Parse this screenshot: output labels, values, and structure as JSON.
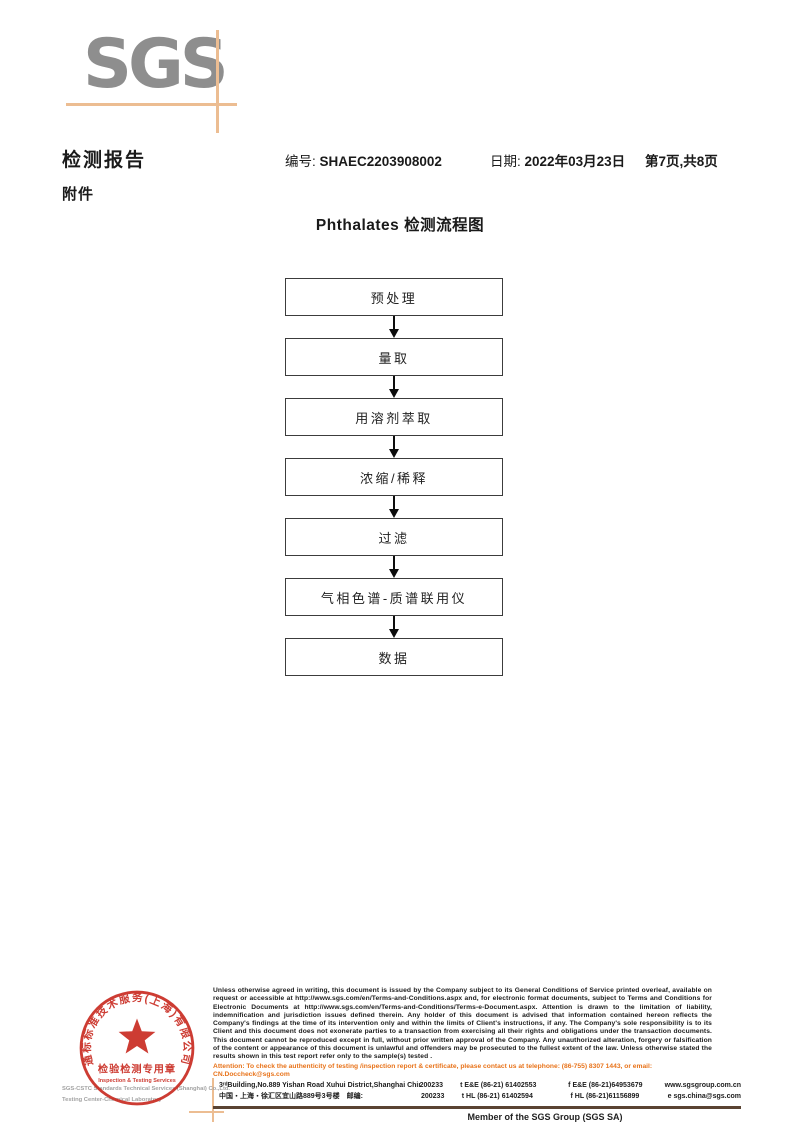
{
  "logo": {
    "text": "SGS"
  },
  "header": {
    "report_title": "检测报告",
    "no_label": "编号:",
    "no_value": "SHAEC2203908002",
    "date_label": "日期:",
    "date_value": "2022年03月23日",
    "page_info": "第7页,共8页",
    "attachment": "附件"
  },
  "flowchart": {
    "title": "Phthalates 检测流程图",
    "steps": [
      "预处理",
      "量取",
      "用溶剂萃取",
      "浓缩/稀释",
      "过滤",
      "气相色谱-质谱联用仪",
      "数据"
    ]
  },
  "stamp": {
    "arc_text": "通标标准技术服务(上海)有限公司",
    "line1": "检验检测专用章",
    "line2": "Inspection & Testing Services",
    "company_line1": "SGS-CSTC Standards Technical Services (Shanghai) Co.,Ltd.",
    "company_line2": "Testing Center-Chemical Laboratory"
  },
  "legal": {
    "paragraph": "Unless otherwise agreed in writing, this document is issued by the Company subject to its General Conditions of Service printed overleaf, available on request or accessible at http://www.sgs.com/en/Terms-and-Conditions.aspx and, for electronic format documents, subject to Terms and Conditions for Electronic Documents at http://www.sgs.com/en/Terms-and-Conditions/Terms-e-Document.aspx. Attention is drawn to the limitation of liability, indemnification and jurisdiction issues defined therein. Any holder of this document is advised that information contained hereon reflects the Company's findings at the time of its intervention only and within the limits of Client's instructions, if any. The Company's sole responsibility is to its Client and this document does not exonerate parties to a transaction from exercising all their rights and obligations under the transaction documents. This document cannot be reproduced except in full, without prior written approval of the Company. Any unauthorized alteration, forgery or falsification of the content or appearance of this document is unlawful and offenders may be prosecuted to the fullest extent of the law. Unless otherwise stated the results shown in this test report refer only to the sample(s) tested .",
    "attention": "Attention: To check the authenticity of testing /inspection report & certificate, please contact us at telephone: (86-755) 8307 1443, or email: CN.Doccheck@sgs.com"
  },
  "address": {
    "rows": [
      {
        "addr": "3ʳᵈBuilding,No.889 Yishan Road Xuhui District,Shanghai China",
        "post": "200233",
        "tel": "t E&E (86-21) 61402553",
        "fax": "f E&E (86-21)64953679",
        "web": "www.sgsgroup.com.cn"
      },
      {
        "addr": "中国・上海・徐汇区宜山路889号3号楼　邮编:",
        "post": "200233",
        "tel": "t HL (86-21) 61402594",
        "fax": "f HL (86-21)61156899",
        "web": "e  sgs.china@sgs.com"
      }
    ]
  },
  "footer": {
    "member": "Member of the SGS Group (SGS SA)"
  },
  "colors": {
    "logo_gray": "#8e8e8e",
    "crosshair_orange": "#ecbd92",
    "stamp_red": "#c8281e",
    "attention_orange": "#e8731a",
    "footer_rule_brown": "#5a4332"
  }
}
